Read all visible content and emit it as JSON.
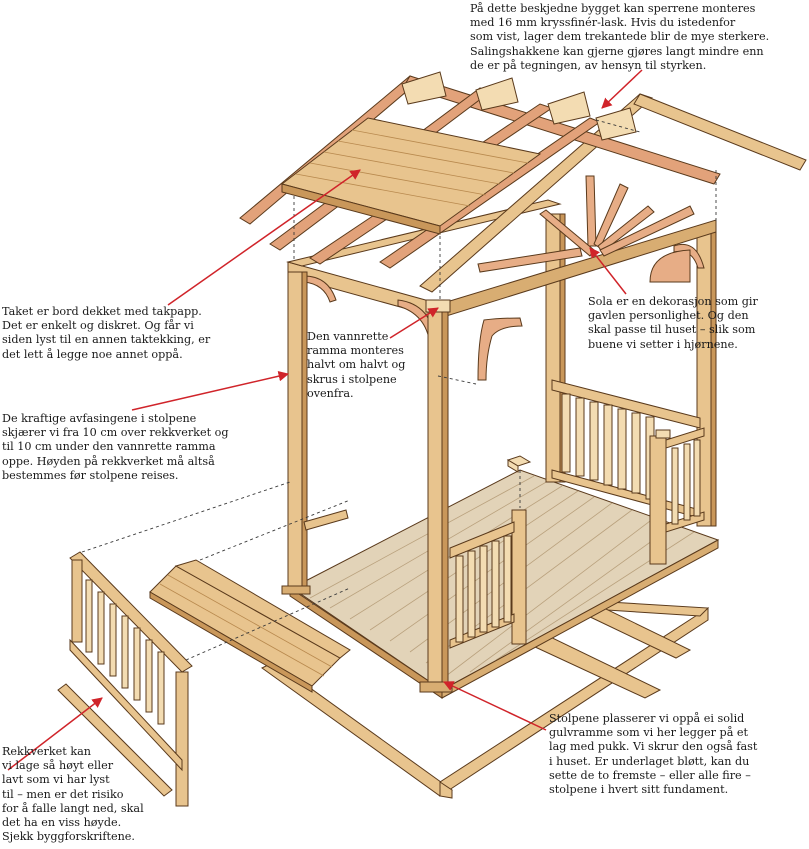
{
  "annotations": {
    "rafters": {
      "lines": [
        "På dette beskjedne bygget kan sperrene monteres",
        "med 16 mm kryssfinér-lask. Hvis du istedenfor",
        "som vist, lager dem trekantede blir de mye sterkere.",
        "Salingshakkene kan gjerne gjøres langt mindre enn",
        "de er på tegningen, av hensyn til styrken."
      ]
    },
    "roof": {
      "lines": [
        "Taket er bord dekket med takpapp.",
        "Det er enkelt og diskret. Og får vi",
        "siden lyst til en annen taktekking, er",
        "det lett å legge noe annet oppå."
      ]
    },
    "posts": {
      "lines": [
        "De kraftige avfasingene i stolpene",
        "skjærer vi fra 10 cm over rekkverket og",
        "til 10 cm under den vannrette ramma",
        "oppe. Høyden på rekkverket må altså",
        "bestemmes før stolpene reises."
      ]
    },
    "frame": {
      "lines": [
        "Den vannrette",
        "ramma monteres",
        "halvt om halvt og",
        "skrus i stolpene",
        "ovenfra."
      ]
    },
    "sun": {
      "lines": [
        "Sola er en dekorasjon som gir",
        "gavlen personlighet. Og den",
        "skal passe til huset – slik som",
        "buene vi setter i hjørnene."
      ]
    },
    "railing": {
      "lines": [
        "Rekkverket kan",
        "vi lage så høyt eller",
        "lavt som vi har lyst",
        "til – men er det risiko",
        "for å falle langt ned, skal",
        "det ha en viss høyde.",
        "Sjekk byggforskriftene."
      ]
    },
    "base": {
      "lines": [
        "Stolpene plasserer vi oppå ei solid",
        "gulvramme som vi her legger på et",
        "lag med pukk. Vi skrur den også fast",
        "i huset. Er underlaget bløtt, kan du",
        "sette de to fremste – eller alle fire –",
        "stolpene i hvert sitt fundament."
      ]
    }
  },
  "colors": {
    "wood": "#e8c48e",
    "wood_light": "#f3dcb2",
    "wood_dark": "#c9975a",
    "outline": "#5a3a1c",
    "rafter": "#e2a27a",
    "arrow": "#d0242a",
    "dashed": "#3a3a3a"
  }
}
